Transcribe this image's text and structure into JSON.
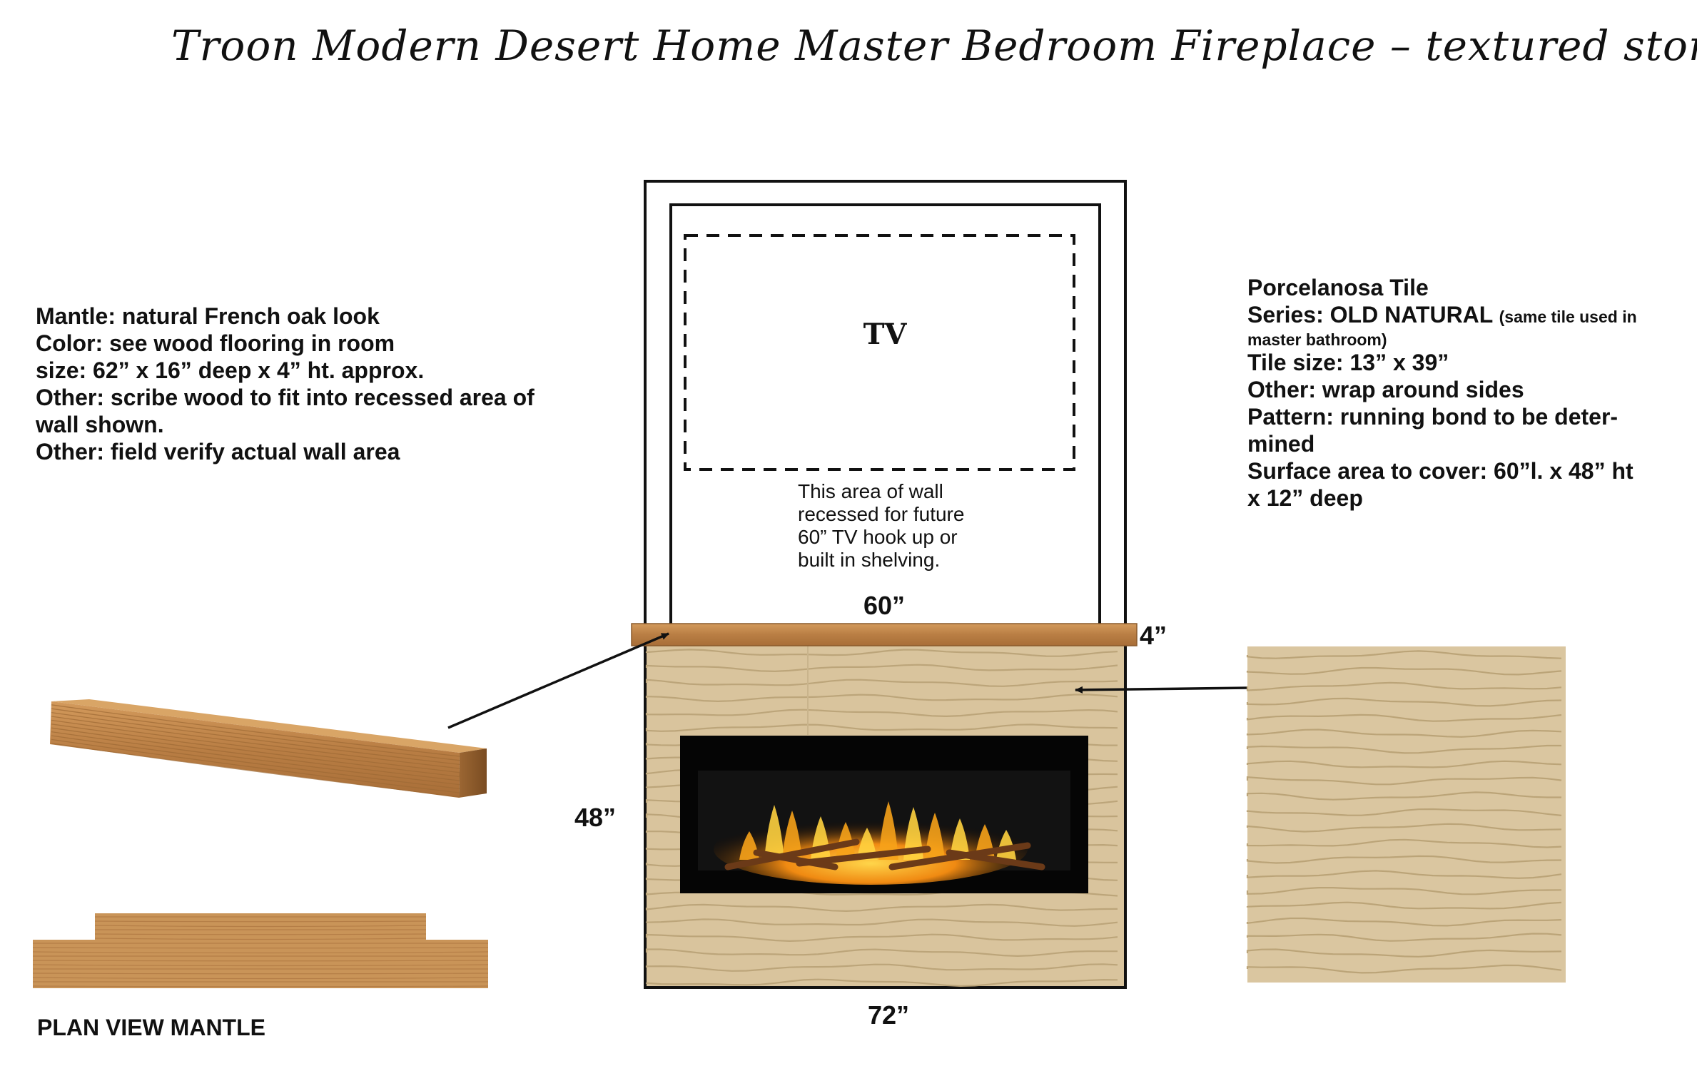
{
  "title": "Troon Modern Desert Home Master Bedroom Fireplace  – textured stone",
  "tv": {
    "label": "TV"
  },
  "recess_note": [
    "This area of wall",
    "recessed for future",
    "60” TV hook up or",
    "built in shelving."
  ],
  "mantle_notes": [
    "Mantle:  natural French oak look",
    "Color:  see wood flooring in room",
    "size: 62” x 16” deep x 4” ht. approx.",
    "Other:  scribe wood to fit into recessed area of",
    "wall shown.",
    "Other:  field verify actual wall area"
  ],
  "tile_notes": {
    "line1": "Porcelanosa Tile",
    "series_main": "Series:  OLD NATURAL",
    "series_small": "(same tile used in",
    "series_small2": "master bathroom)",
    "line3": "Tile size: 13” x 39”",
    "line4": "Other:  wrap around sides",
    "line5": "Pattern:  running bond to be deter-",
    "line6": "mined",
    "line7": "Surface area to cover:  60”l. x 48” ht",
    "line8": "x 12” deep"
  },
  "dimensions": {
    "recess_width": "60”",
    "mantle_height": "4”",
    "surround_height": "48”",
    "overall_width": "72”"
  },
  "plan_view_label": "PLAN VIEW MANTLE",
  "colors": {
    "oak": "#c08a4f",
    "oak_dark": "#8a5a2c",
    "stone": "#d8c39b",
    "stone_line": "#bfa77c",
    "firebox": "#050505",
    "flame": "#f6a21a"
  }
}
